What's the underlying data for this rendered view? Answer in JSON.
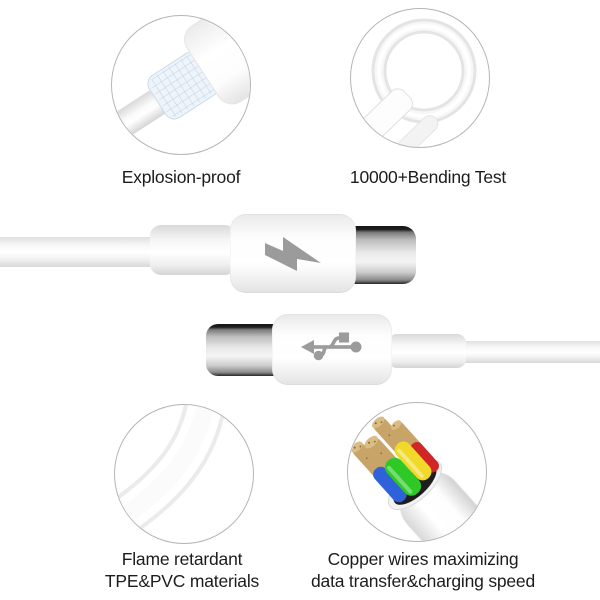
{
  "features": {
    "explosion_proof": {
      "label": "Explosion-proof"
    },
    "bending_test": {
      "label": "10000+Bending Test"
    },
    "flame_retardant": {
      "line1": "Flame retardant",
      "line2": "TPE&PVC materials"
    },
    "copper_wires": {
      "line1": "Copper wires maximizing",
      "line2": "data transfer&charging speed"
    }
  },
  "icons": {
    "lightning_bolt": "lightning-bolt",
    "usb_trident": "usb-symbol"
  },
  "colors": {
    "icon_gray": "#9b9b9b",
    "circle_border": "#b5b5b5",
    "mesh_blue": "#8fb8d8",
    "cut_face": "#1e1e1e",
    "wire_blue": "#2f62d9",
    "wire_green": "#2ec926",
    "wire_yellow": "#f0d929",
    "wire_red": "#cf2727",
    "copper": "#c8a468",
    "copper_light": "#dabd84",
    "copper_dark": "#8a6838"
  }
}
